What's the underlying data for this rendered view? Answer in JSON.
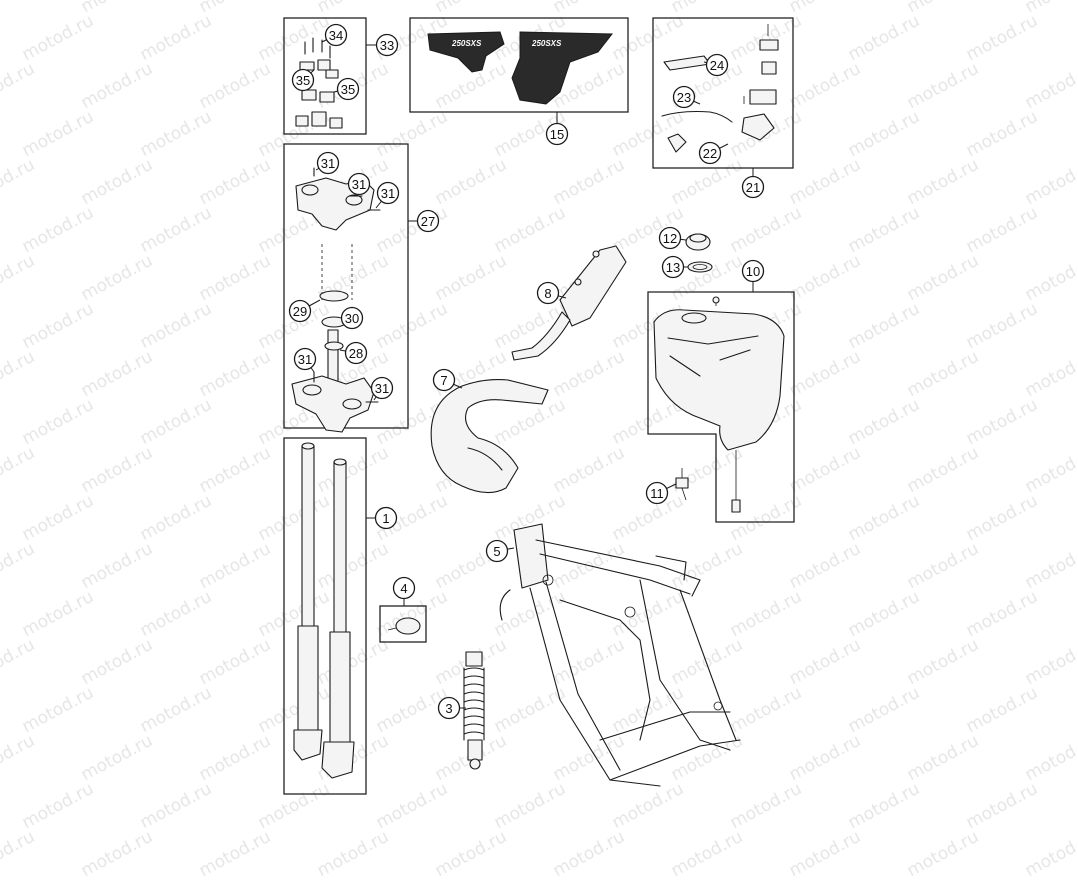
{
  "watermark": {
    "text": "motod.ru"
  },
  "decal": {
    "text": "250SXS"
  },
  "callouts": {
    "fork": "1",
    "shock": "3",
    "fork_guard": "4",
    "frame": "5",
    "exhaust_pipe": "7",
    "silencer": "8",
    "fuel_tank": "10",
    "fuel_tap": "11",
    "tank_cap": "12",
    "tank_cap_seal": "13",
    "decals": "15",
    "brake_master": "21",
    "pivot_screw": "22",
    "lever": "23",
    "reservoir_cap": "24",
    "triple_clamp": "27",
    "stem_nut": "28",
    "bearing_upper": "29",
    "bearing_lower": "30",
    "screw_a": "31",
    "screw_b": "31",
    "screw_c": "31",
    "screw_d": "31",
    "screw_e": "31",
    "handlebar_clamp_kit": "33",
    "clamp_screw": "34",
    "clamp_half_a": "35",
    "clamp_half_b": "35"
  },
  "colors": {
    "line": "#1a1a1a",
    "watermark": "#e6e6e6",
    "background": "#ffffff"
  }
}
